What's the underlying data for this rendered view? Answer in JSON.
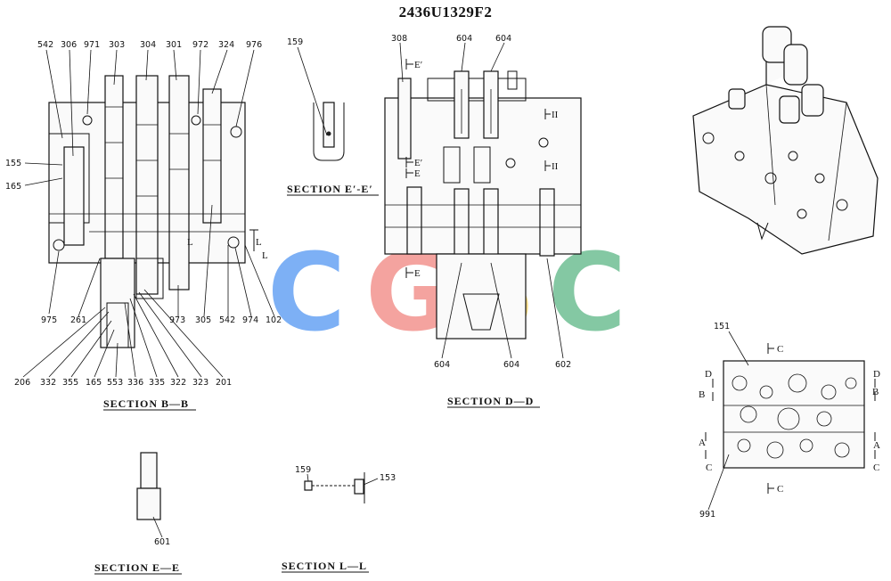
{
  "drawing": {
    "title": "2436U1329F2",
    "watermark": {
      "letters": [
        "C",
        "G",
        "S",
        "C"
      ],
      "colors": [
        "#6fa8f5",
        "#f39a95",
        "#f7d774",
        "#77c39a"
      ]
    }
  },
  "sections": {
    "bb": {
      "title": "SECTION B—B",
      "labels": [
        "542",
        "306",
        "971",
        "303",
        "304",
        "301",
        "972",
        "324",
        "976",
        "155",
        "165",
        "975",
        "261",
        "206",
        "332",
        "355",
        "165",
        "553",
        "336",
        "335",
        "322",
        "323",
        "201",
        "973",
        "305",
        "542",
        "974",
        "102"
      ]
    },
    "ee_prime": {
      "title": "SECTION E′-E′",
      "labels": [
        "159"
      ]
    },
    "dd": {
      "title": "SECTION D—D",
      "labels": [
        "308",
        "604",
        "604",
        "604",
        "604",
        "602"
      ],
      "marks": [
        "E′",
        "E′",
        "E",
        "E",
        "II",
        "II",
        "L",
        "L"
      ]
    },
    "ee": {
      "title": "SECTION E—E",
      "labels": [
        "601"
      ]
    },
    "ll": {
      "title": "SECTION L—L",
      "labels": [
        "159",
        "153"
      ]
    },
    "top_view": {
      "labels": [
        "151",
        "991"
      ],
      "marks": [
        "C",
        "C",
        "D",
        "D",
        "B",
        "B",
        "A",
        "A",
        "C",
        "C"
      ]
    }
  }
}
